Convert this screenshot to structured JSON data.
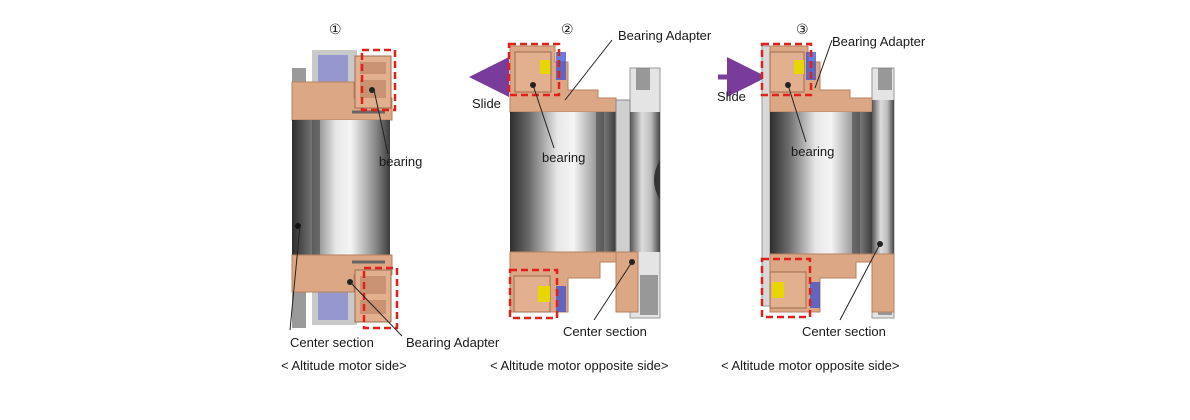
{
  "panels": [
    {
      "number": "①",
      "labels": {
        "bearing": "bearing",
        "center": "Center section",
        "adapter": "Bearing Adapter"
      },
      "caption": "< Altitude motor side>"
    },
    {
      "number": "②",
      "labels": {
        "adapter": "Bearing Adapter",
        "slide": "Slide",
        "bearing": "bearing",
        "center": "Center section"
      },
      "caption": "< Altitude motor opposite side>"
    },
    {
      "number": "③",
      "labels": {
        "adapter": "Bearing Adapter",
        "slide": "Slide",
        "bearing": "bearing",
        "center": "Center section"
      },
      "caption": "< Altitude motor opposite side>"
    }
  ],
  "colors": {
    "copper": "#dba784",
    "copper_dark": "#b9825f",
    "highlight_box": "#e0201a",
    "slide_arrow": "#7a3c9a",
    "bearing_yellow": "#e8d600",
    "bearing_blue": "#3a4fd0",
    "shaft_dark": "#3a3a3a",
    "shaft_light": "#d6d6d6"
  }
}
